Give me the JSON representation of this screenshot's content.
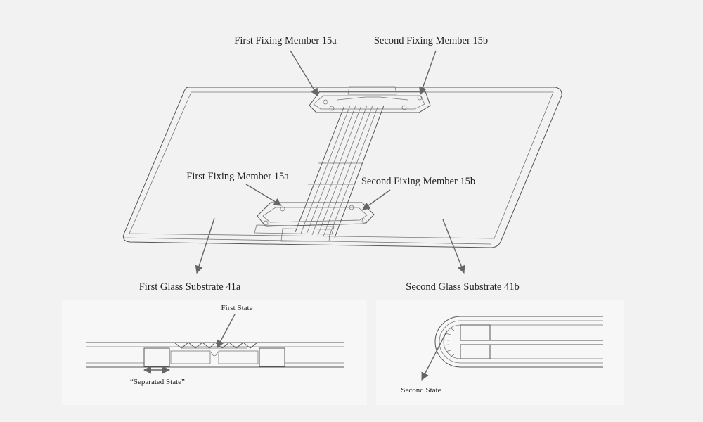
{
  "labels": {
    "top_first_fixing": "First Fixing Member 15a",
    "top_second_fixing": "Second Fixing Member 15b",
    "mid_first_fixing": "First Fixing Member 15a",
    "mid_second_fixing": "Second Fixing Member 15b",
    "first_glass": "First Glass Substrate 41a",
    "second_glass": "Second Glass Substrate 41b",
    "first_state": "First State",
    "separated_state": "“Separated State”",
    "second_state": "Second State"
  },
  "colors": {
    "background": "#f2f2f2",
    "line": "#555555",
    "arrow": "#666666",
    "text": "#222222"
  }
}
